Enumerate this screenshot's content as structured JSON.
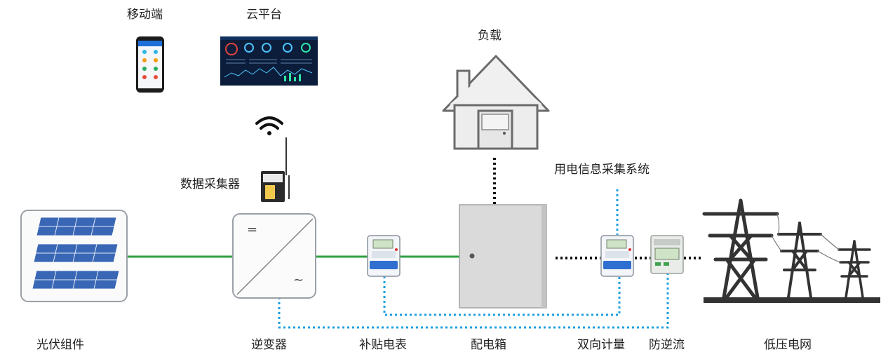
{
  "labels": {
    "mobile": "移动端",
    "cloud": "云平台",
    "load": "负载",
    "data_collector": "数据采集器",
    "info_system": "用电信息采集系统",
    "pv_module": "光伏组件",
    "inverter": "逆变器",
    "subsidy_meter": "补贴电表",
    "distribution_box": "配电箱",
    "bidirectional_meter": "双向计量",
    "anti_backflow": "防逆流",
    "low_voltage_grid": "低压电网"
  },
  "inverter_symbols": {
    "dc": "=",
    "ac": "~"
  },
  "colors": {
    "ac_line": "#2ea043",
    "comm_line": "#1e9fe0",
    "grid_line": "#111111",
    "pylon": "#333333",
    "panel": "#3a67b5"
  }
}
